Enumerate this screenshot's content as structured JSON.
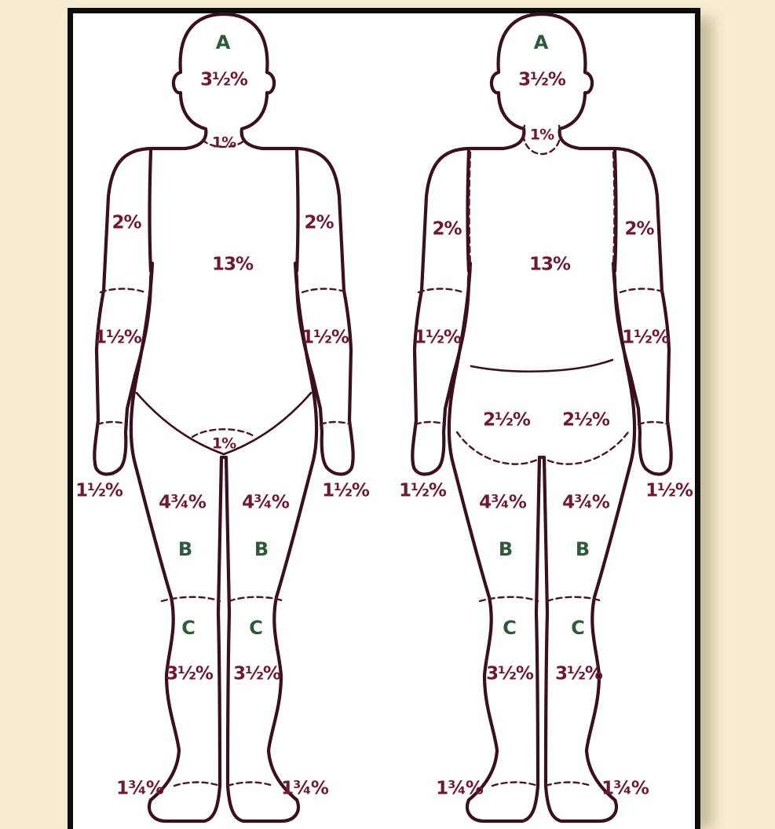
{
  "front": {
    "head_zone": "A",
    "head": "3½%",
    "neck": "1%",
    "upper_arm_left": "2%",
    "upper_arm_right": "2%",
    "trunk": "13%",
    "forearm_left": "1½%",
    "forearm_right": "1½%",
    "genital": "1%",
    "hand_left": "1½%",
    "hand_right": "1½%",
    "thigh_left": "4¾%",
    "thigh_right": "4¾%",
    "thigh_zone_left": "B",
    "thigh_zone_right": "B",
    "leg_zone_left": "C",
    "leg_zone_right": "C",
    "leg_left": "3½%",
    "leg_right": "3½%",
    "foot_left": "1¾%",
    "foot_right": "1¾%"
  },
  "back": {
    "head_zone": "A",
    "head": "3½%",
    "neck": "1%",
    "upper_arm_left": "2%",
    "upper_arm_right": "2%",
    "trunk": "13%",
    "forearm_left": "1½%",
    "forearm_right": "1½%",
    "buttock_left": "2½%",
    "buttock_right": "2½%",
    "hand_left": "1½%",
    "hand_right": "1½%",
    "thigh_left": "4¾%",
    "thigh_right": "4¾%",
    "thigh_zone_left": "B",
    "thigh_zone_right": "B",
    "leg_zone_left": "C",
    "leg_zone_right": "C",
    "leg_left": "3½%",
    "leg_right": "3½%",
    "foot_left": "1¾%",
    "foot_right": "1¾%"
  },
  "colors": {
    "background": "#f6edd2",
    "panel": "#ffffff",
    "outline": "#3a0f1e",
    "percent_text": "#6e1838",
    "zone_text": "#2f5a3a"
  }
}
